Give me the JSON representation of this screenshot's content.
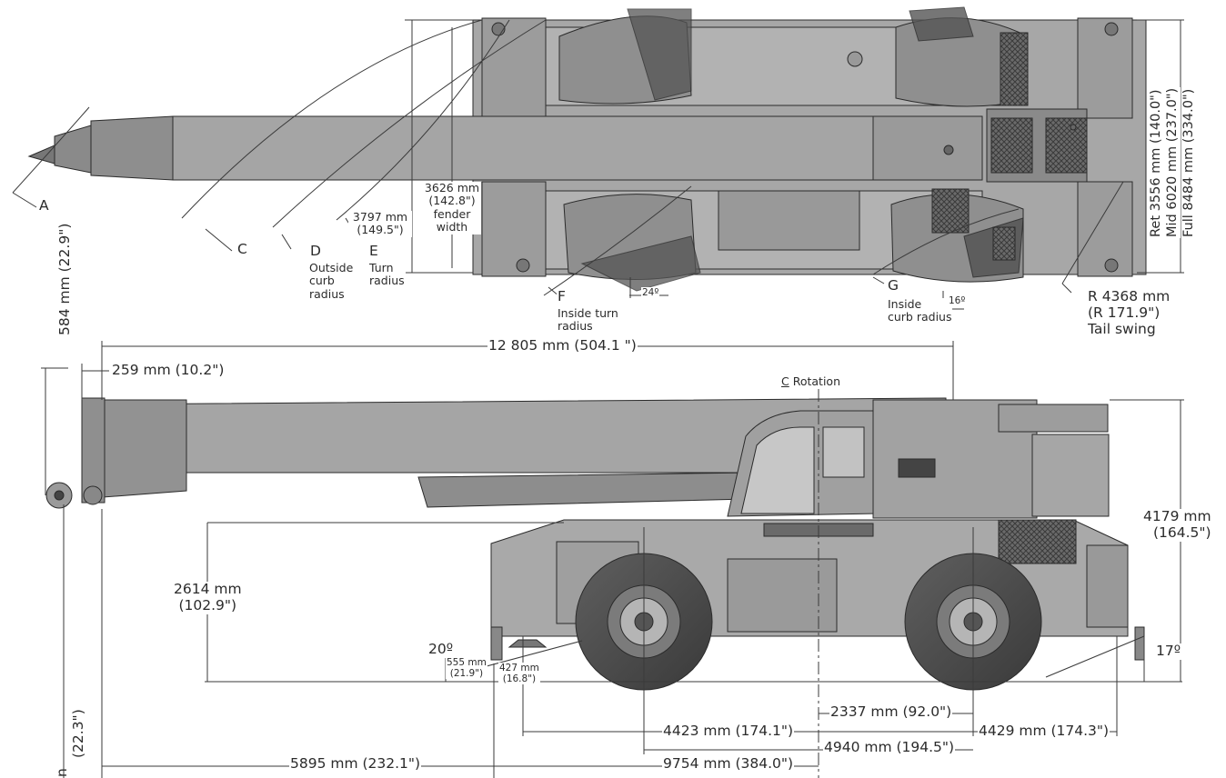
{
  "top_view": {
    "turn_labels": {
      "a": "A",
      "c": "C",
      "d": "D",
      "d_desc": [
        "Outside",
        "curb",
        "radius"
      ],
      "e": "E",
      "e_desc": [
        "Turn",
        "radius"
      ],
      "f": "F",
      "f_desc": [
        "Inside turn",
        "radius"
      ],
      "g": "G",
      "g_desc": [
        "Inside",
        "curb radius"
      ]
    },
    "angles": {
      "front": "24º",
      "rear": "16º"
    },
    "widths": {
      "fender": [
        "3626 mm",
        "(142.8\")",
        "fender",
        "width"
      ],
      "overall": [
        "3797 mm",
        "(149.5\")"
      ]
    },
    "outrigger_spreads": {
      "ret": "Ret 3556 mm (140.0\")",
      "mid": "Mid 6020 mm (237.0\")",
      "full": "Full 8484 mm (334.0\")"
    },
    "tail_swing": [
      "R 4368 mm",
      "(R 171.9\")",
      "Tail swing"
    ]
  },
  "side_view": {
    "overall_length": "12 805 mm (504.1 \")",
    "boom_head_offset": "259 mm (10.2\")",
    "boom_nose_height": "584 mm (22.9\")",
    "rotation_label": "Rotation",
    "centerline_symbol": "C",
    "overall_height": [
      "4179 mm",
      "(164.5\")"
    ],
    "boom_pivot_height": [
      "2614 mm",
      "(102.9\")"
    ],
    "approach_angle": "20º",
    "departure_angle": "17º",
    "ground_clearance_front": [
      "555 mm",
      "(21.9\")"
    ],
    "ground_clearance_axle": [
      "427 mm",
      "(16.8\")"
    ],
    "rotation_to_rear_axle": "2337 mm (92.0\")",
    "front_overhang": "4423 mm (174.1\")",
    "rear_overhang": "4429 mm (174.3\")",
    "wheelbase": "4940 mm (194.5\")",
    "boom_overhang": "5895 mm (232.1\")",
    "carrier_length": "9754 mm (384.0\")",
    "hook_height": "(22.3\")",
    "hook_height_cut": "n"
  }
}
